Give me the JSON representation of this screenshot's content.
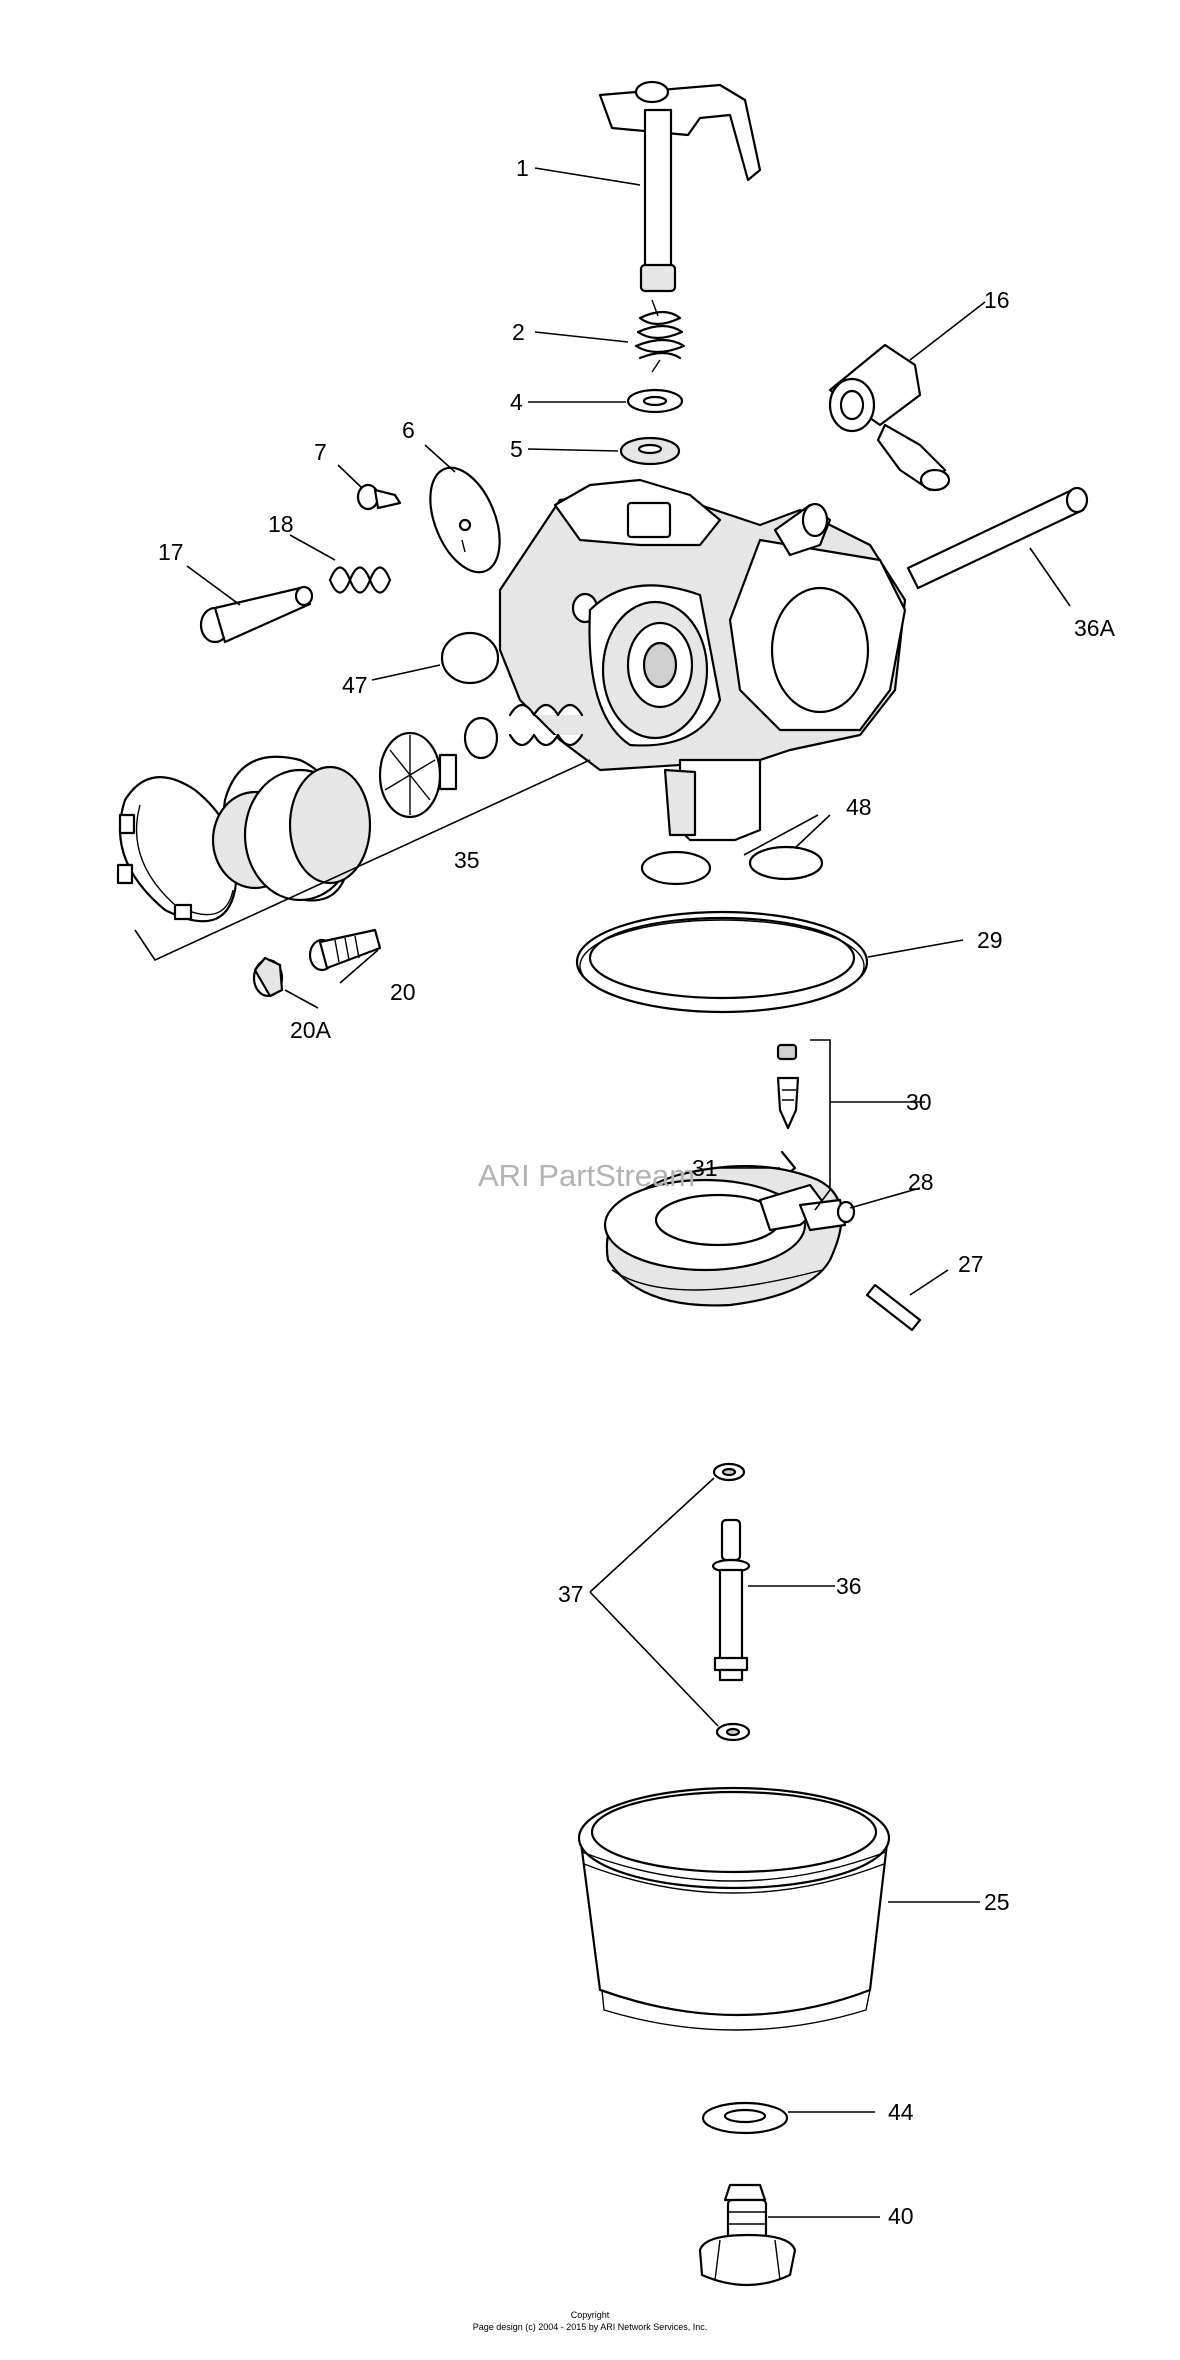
{
  "watermark": "ARI PartStream",
  "footer": {
    "line1": "Copyright",
    "line2": "Page design (c) 2004 - 2015 by ARI Network Services, Inc."
  },
  "callouts": {
    "c1": "1",
    "c2": "2",
    "c4": "4",
    "c5": "5",
    "c6": "6",
    "c7": "7",
    "c16": "16",
    "c17": "17",
    "c18": "18",
    "c20": "20",
    "c20a": "20A",
    "c25": "25",
    "c27": "27",
    "c28": "28",
    "c29": "29",
    "c30": "30",
    "c31": "31",
    "c35": "35",
    "c36": "36",
    "c36a": "36A",
    "c37": "37",
    "c40": "40",
    "c44": "44",
    "c47": "47",
    "c48": "48"
  }
}
